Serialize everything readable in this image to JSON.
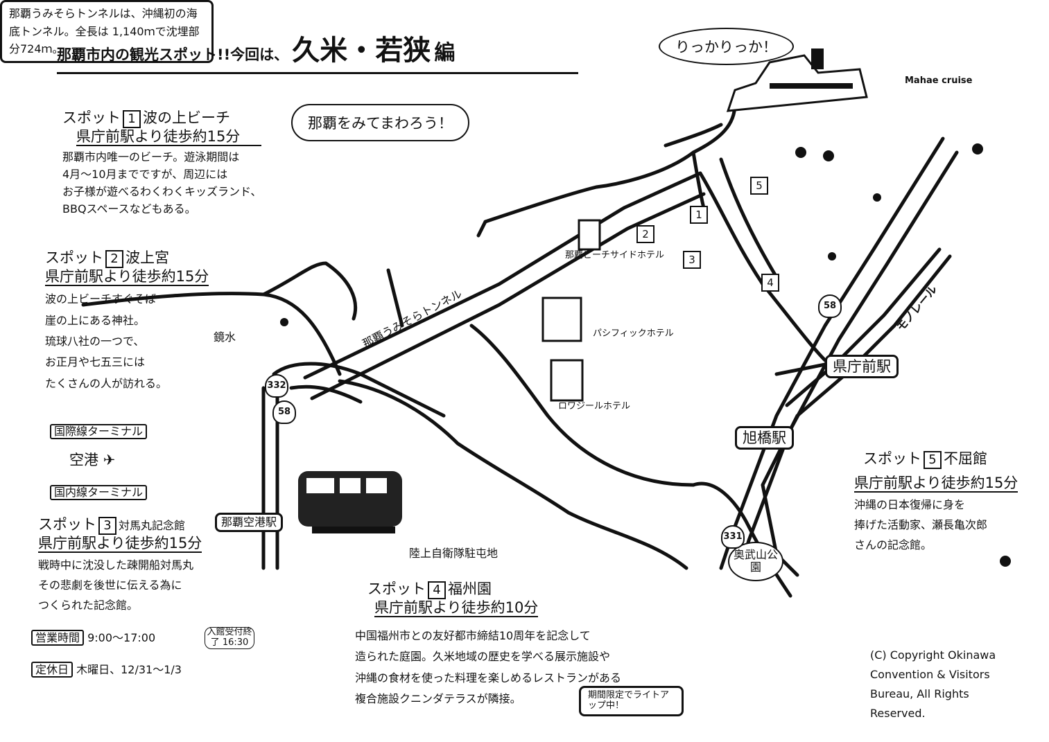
{
  "title": {
    "prefix": "那覇市内の観光スポット!!今回は、",
    "main": "久米・若狭",
    "suffix": "編"
  },
  "bubbles": {
    "tour": "那覇をみてまわろう！",
    "ship": "りっかりっか！"
  },
  "ship_brand": "Mahae cruise",
  "tunnel_note": "那覇うみそらトンネルは、沖縄初の海底トンネル。全長は 1,140ｍで沈埋部分724ｍ。",
  "spots": [
    {
      "label": "スポット",
      "num": "1",
      "name": "波の上ビーチ",
      "access": "県庁前駅より徒歩約15分",
      "desc": [
        "那覇市内唯一のビーチ。遊泳期間は",
        "4月～10月までですが、周辺には",
        "お子様が遊べるわくわくキッズランド、",
        "BBQスペースなどもある。"
      ]
    },
    {
      "label": "スポット",
      "num": "2",
      "name": "波上宮",
      "access": "県庁前駅より徒歩約15分",
      "desc": [
        "波の上ビーチすぐそば",
        "崖の上にある神社。",
        "琉球八社の一つで、",
        "お正月や七五三には",
        "たくさんの人が訪れる。"
      ]
    },
    {
      "label": "スポット",
      "num": "3",
      "name": "対馬丸記念館",
      "access": "県庁前駅より徒歩約15分",
      "desc": [
        "戦時中に沈没した疎開船対馬丸",
        "その悲劇を後世に伝える為に",
        "つくられた記念館。"
      ],
      "hours_label": "営業時間",
      "hours": "9:00～17:00",
      "last_entry": "入館受付終了 16:30",
      "closed_label": "定休日",
      "closed": "木曜日、12/31～1/3"
    },
    {
      "label": "スポット",
      "num": "4",
      "name": "福州園",
      "access": "県庁前駅より徒歩約10分",
      "desc": [
        "中国福州市との友好都市締結10周年を記念して",
        "造られた庭園。久米地域の歴史を学べる展示施設や",
        "沖縄の食材を使った料理を楽しめるレストランがある",
        "複合施設クニンダテラスが隣接。"
      ],
      "lightup": "期間限定でライトアップ中！"
    },
    {
      "label": "スポット",
      "num": "5",
      "name": "不屈館",
      "access": "県庁前駅より徒歩約15分",
      "desc": [
        "沖縄の日本復帰に身を",
        "捧げた活動家、瀬長亀次郎",
        "さんの記念館。"
      ]
    }
  ],
  "map_labels": {
    "tunnel": "那覇うみそらトンネル",
    "beach_hotel": "那覇ビーチサイドホテル",
    "pacific_hotel": "パシフィックホテル",
    "royal_hotel": "ロワジールホテル",
    "kencho_station": "県庁前駅",
    "asahibashi_station": "旭橋駅",
    "airport_station": "那覇空港駅",
    "jsdf": "陸上自衛隊駐屯地",
    "park": "奥武山公園",
    "monorail": "モノレール",
    "area": "鏡水",
    "intl_terminal": "国際線ターミナル",
    "airport": "空港",
    "domestic_terminal": "国内線ターミナル"
  },
  "routes": [
    "332",
    "58",
    "58",
    "331"
  ],
  "map_nums": [
    "1",
    "2",
    "3",
    "4",
    "5"
  ],
  "copyright": [
    "(C) Copyright Okinawa",
    "Convention & Visitors",
    "Bureau, All Rights",
    "Reserved."
  ]
}
